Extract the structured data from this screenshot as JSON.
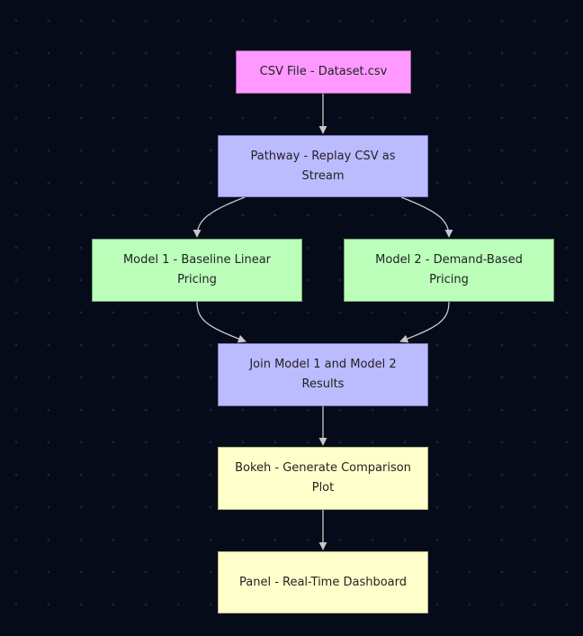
{
  "diagram": {
    "nodes": {
      "csv": {
        "label": "CSV File - Dataset.csv",
        "color": "#ff99ff"
      },
      "pathway": {
        "label": "Pathway - Replay CSV as Stream",
        "color": "#bbbbff"
      },
      "model1": {
        "label": "Model 1 - Baseline Linear Pricing",
        "color": "#bbffbb"
      },
      "model2": {
        "label": "Model 2 - Demand-Based Pricing",
        "color": "#bbffbb"
      },
      "join": {
        "label": "Join Model 1 and Model 2 Results",
        "color": "#bbbbff"
      },
      "bokeh": {
        "label": "Bokeh - Generate Comparison Plot",
        "color": "#ffffcc"
      },
      "panel": {
        "label": "Panel - Real-Time Dashboard",
        "color": "#ffffcc"
      }
    },
    "edges": [
      {
        "from": "csv",
        "to": "pathway"
      },
      {
        "from": "pathway",
        "to": "model1"
      },
      {
        "from": "pathway",
        "to": "model2"
      },
      {
        "from": "model1",
        "to": "join"
      },
      {
        "from": "model2",
        "to": "join"
      },
      {
        "from": "join",
        "to": "bokeh"
      },
      {
        "from": "bokeh",
        "to": "panel"
      }
    ],
    "colors": {
      "background": "#060b19",
      "edge": "#c8c8c8"
    }
  }
}
